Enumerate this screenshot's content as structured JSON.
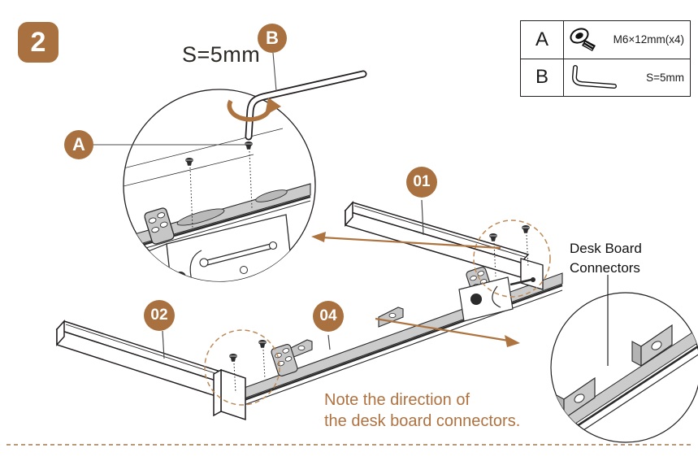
{
  "step": {
    "number": "2"
  },
  "detail_top": {
    "size_label": "S=5mm",
    "callout_a": "A",
    "callout_b": "B"
  },
  "parts_table": {
    "rows": [
      {
        "id": "A",
        "icon": "screw-icon",
        "spec": "M6×12mm(x4)"
      },
      {
        "id": "B",
        "icon": "allen-key-icon",
        "spec": "S=5mm"
      }
    ]
  },
  "frame_labels": {
    "beam_top": "01",
    "beam_bottom": "02",
    "rail": "04"
  },
  "connector_callout": {
    "line1": "Desk Board",
    "line2": "Connectors"
  },
  "note": {
    "line1": "Note the direction of",
    "line2": "the desk board connectors."
  },
  "colors": {
    "accent_brown": "#A9713F",
    "arrow_brown": "#AE7440",
    "dashed_circle": "#BE8A58",
    "divider_tan": "#BB9878",
    "line_black": "#231f20",
    "metal_gray": "#cbcbcb"
  }
}
